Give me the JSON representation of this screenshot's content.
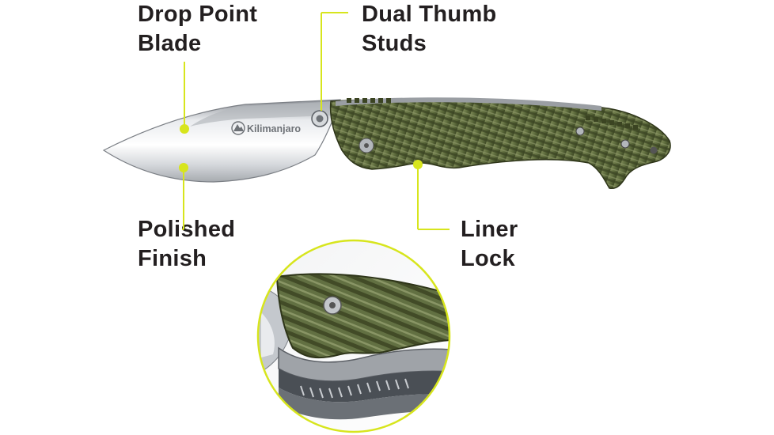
{
  "callouts": {
    "drop_point_blade": {
      "line1": "Drop Point",
      "line2": "Blade"
    },
    "dual_thumb_studs": {
      "line1": "Dual Thumb",
      "line2": "Studs"
    },
    "polished_finish": {
      "line1": "Polished",
      "line2": "Finish"
    },
    "liner_lock": {
      "line1": "Liner",
      "line2": "Lock"
    }
  },
  "blade_logo": {
    "text": "Kilimanjaro",
    "icon": "mountain-circle-icon"
  },
  "colors": {
    "callout_accent": "#d7e51d",
    "handle_green": "#5d6b3c",
    "handle_dark": "#3f4a26",
    "steel": "#c9ccd0",
    "label_text": "#231f20"
  }
}
